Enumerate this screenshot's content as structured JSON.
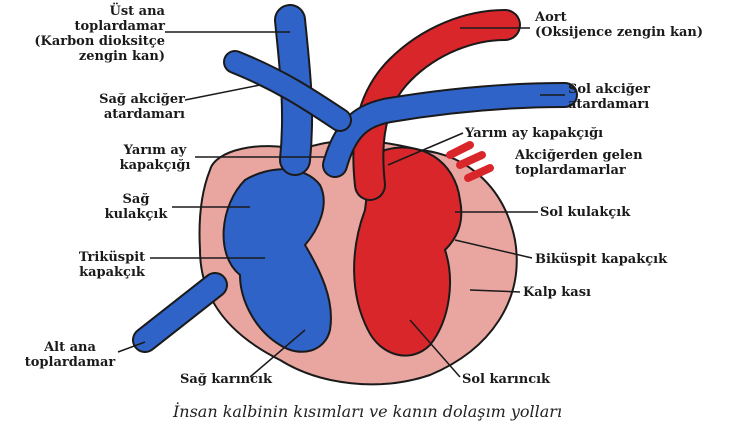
{
  "labels": {
    "ust_ana_toplardamar": "Üst ana\ntoplardamar\n(Karbon dioksitçe\nzengin kan)",
    "aort": "Aort\n(Oksijence zengin kan)",
    "sag_akciger_atardamari": "Sağ akciğer\natardamarı",
    "sol_akciger_atardamari": "Sol akciğer\natardamarı",
    "yarim_ay_kapakcigi_left": "Yarım ay\nkapakçığı",
    "yarim_ay_kapakcigi_right": "Yarım ay kapakçığı",
    "akcigerden_gelen": "Akciğerden gelen\ntoplardamarlar",
    "sag_kulakcik": "Sağ\nkulakçık",
    "sol_kulakcik": "Sol kulakçık",
    "trikuspit_kapakcik": "Triküspit\nkapakçık",
    "bikuspit_kapakcik": "Biküspit kapakçık",
    "kalp_kasi": "Kalp kası",
    "alt_ana_toplardamar": "Alt ana\ntoplardamar",
    "sag_karincik": "Sağ karıncık",
    "sol_karincik": "Sol karıncık"
  },
  "caption": "İnsan kalbinin kısımları ve kanın dolaşım yolları",
  "colors": {
    "deoxygenated": "#2f63c8",
    "oxygenated": "#d9262b",
    "muscle": "#e9a6a0",
    "outline": "#1a1a1a"
  }
}
